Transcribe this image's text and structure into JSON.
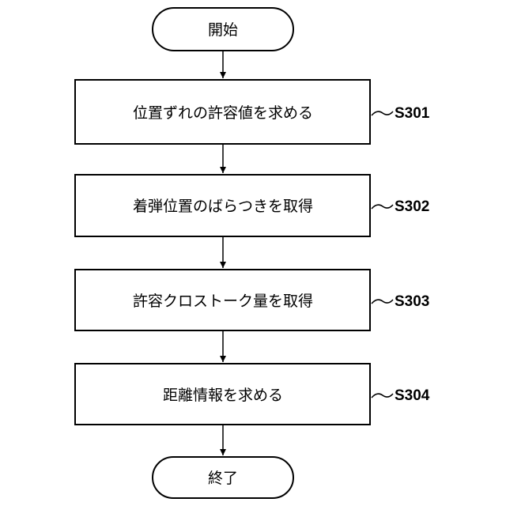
{
  "flowchart": {
    "start": {
      "label": "開始"
    },
    "steps": [
      {
        "label": "位置ずれの許容値を求める",
        "step_id": "S301"
      },
      {
        "label": "着弾位置のばらつきを取得",
        "step_id": "S302"
      },
      {
        "label": "許容クロストーク量を取得",
        "step_id": "S303"
      },
      {
        "label": "距離情報を求める",
        "step_id": "S304"
      }
    ],
    "end": {
      "label": "終了"
    }
  }
}
